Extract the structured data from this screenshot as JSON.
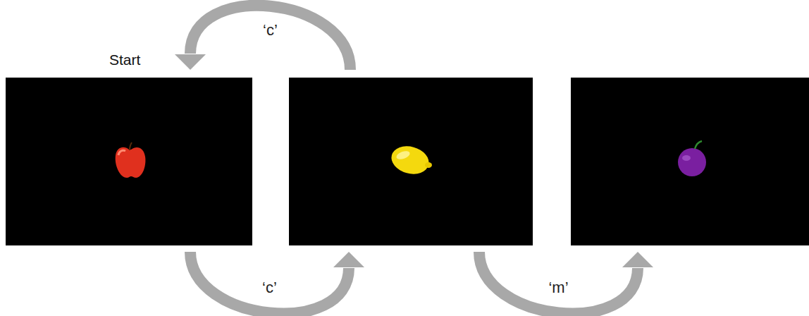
{
  "diagram": {
    "nodes": [
      {
        "text": [
          "Start"
        ]
      },
      {
        "text": []
      },
      {
        "text": []
      }
    ],
    "edges": [
      {
        "from": 0,
        "to": 1,
        "label": "‘c’",
        "arrow": "to"
      },
      {
        "from": 1,
        "to": 0,
        "label": "‘c’",
        "arrow": "to"
      },
      {
        "from": 1,
        "to": 2,
        "label": "‘m’",
        "arrow": "to"
      }
    ]
  }
}
